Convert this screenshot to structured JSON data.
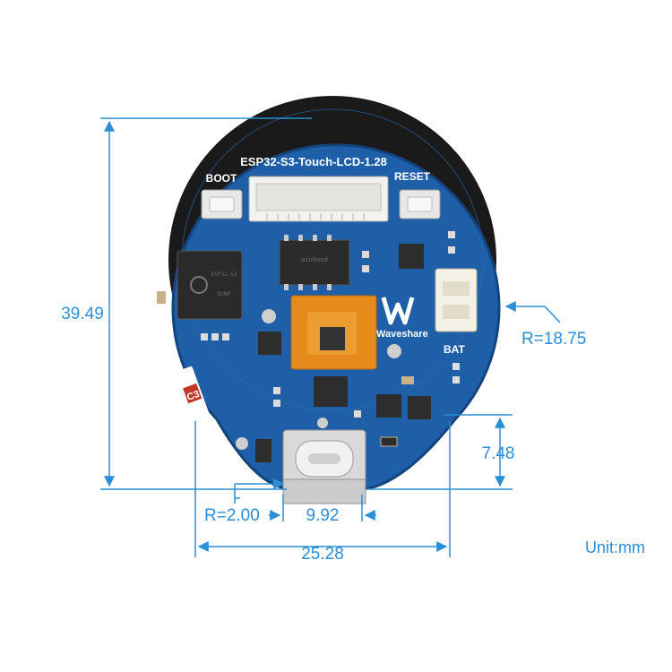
{
  "board": {
    "title": "ESP32-S3-Touch-LCD-1.28",
    "boot_label": "BOOT",
    "reset_label": "RESET",
    "bat_label": "BAT",
    "brand": "Waveshare",
    "cap_label": "C3",
    "colors": {
      "pcb": "#1e5fa8",
      "pcb_edge": "#14447e",
      "silk": "#ffffff",
      "dimension": "#2a8fd6"
    }
  },
  "dimensions": {
    "height": "39.49",
    "radius_big": "R=18.75",
    "usb_offset": "7.48",
    "radius_small": "R=2.00",
    "usb_width": "9.92",
    "width": "25.28",
    "unit": "Unit:mm"
  }
}
